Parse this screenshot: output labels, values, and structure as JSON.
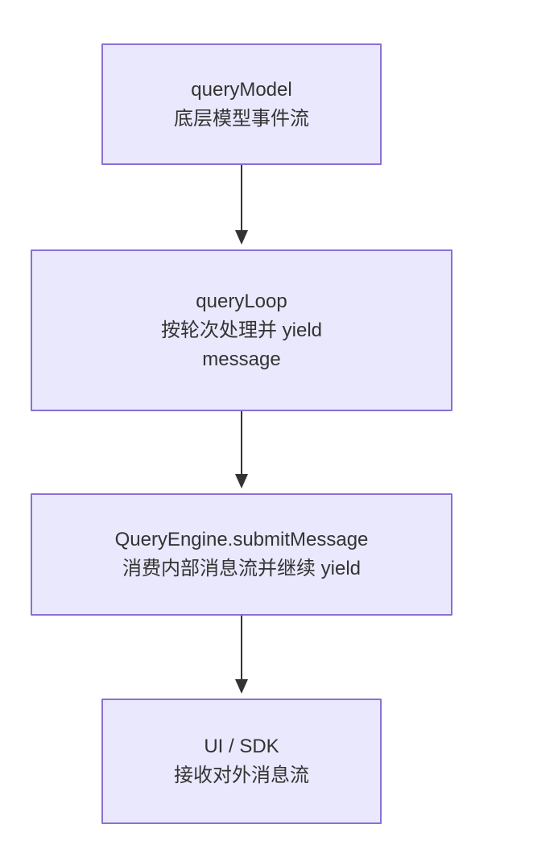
{
  "diagram": {
    "type": "flowchart",
    "direction": "top-to-bottom",
    "background_color": "#ffffff",
    "node_fill_color": "#eae8fd",
    "node_border_color": "#8b6fd6",
    "text_color": "#333333",
    "edge_color": "#333333",
    "nodes": [
      {
        "id": "queryModel",
        "title": "queryModel",
        "subtitle": "底层模型事件流"
      },
      {
        "id": "queryLoop",
        "title": "queryLoop",
        "subtitle": "按轮次处理并 yield message"
      },
      {
        "id": "submitMessage",
        "title": "QueryEngine.submitMessage",
        "subtitle": "消费内部消息流并继续 yield"
      },
      {
        "id": "uiSdk",
        "title": "UI / SDK",
        "subtitle": "接收对外消息流"
      }
    ],
    "edges": [
      {
        "from": "queryModel",
        "to": "queryLoop",
        "label": ""
      },
      {
        "from": "queryLoop",
        "to": "submitMessage",
        "label": ""
      },
      {
        "from": "submitMessage",
        "to": "uiSdk",
        "label": ""
      }
    ]
  }
}
